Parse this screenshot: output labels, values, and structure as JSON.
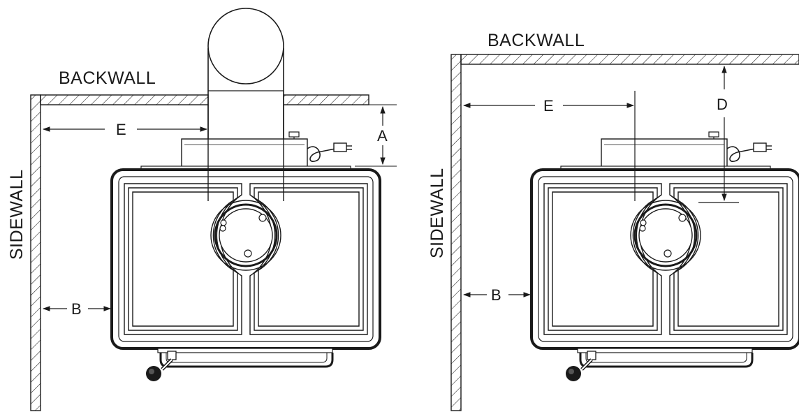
{
  "left_diagram": {
    "backwall_label": "BACKWALL",
    "sidewall_label": "SIDEWALL",
    "dim_a": "A",
    "dim_b": "B",
    "dim_e": "E"
  },
  "right_diagram": {
    "backwall_label": "BACKWALL",
    "sidewall_label": "SIDEWALL",
    "dim_b": "B",
    "dim_d": "D",
    "dim_e": "E"
  }
}
